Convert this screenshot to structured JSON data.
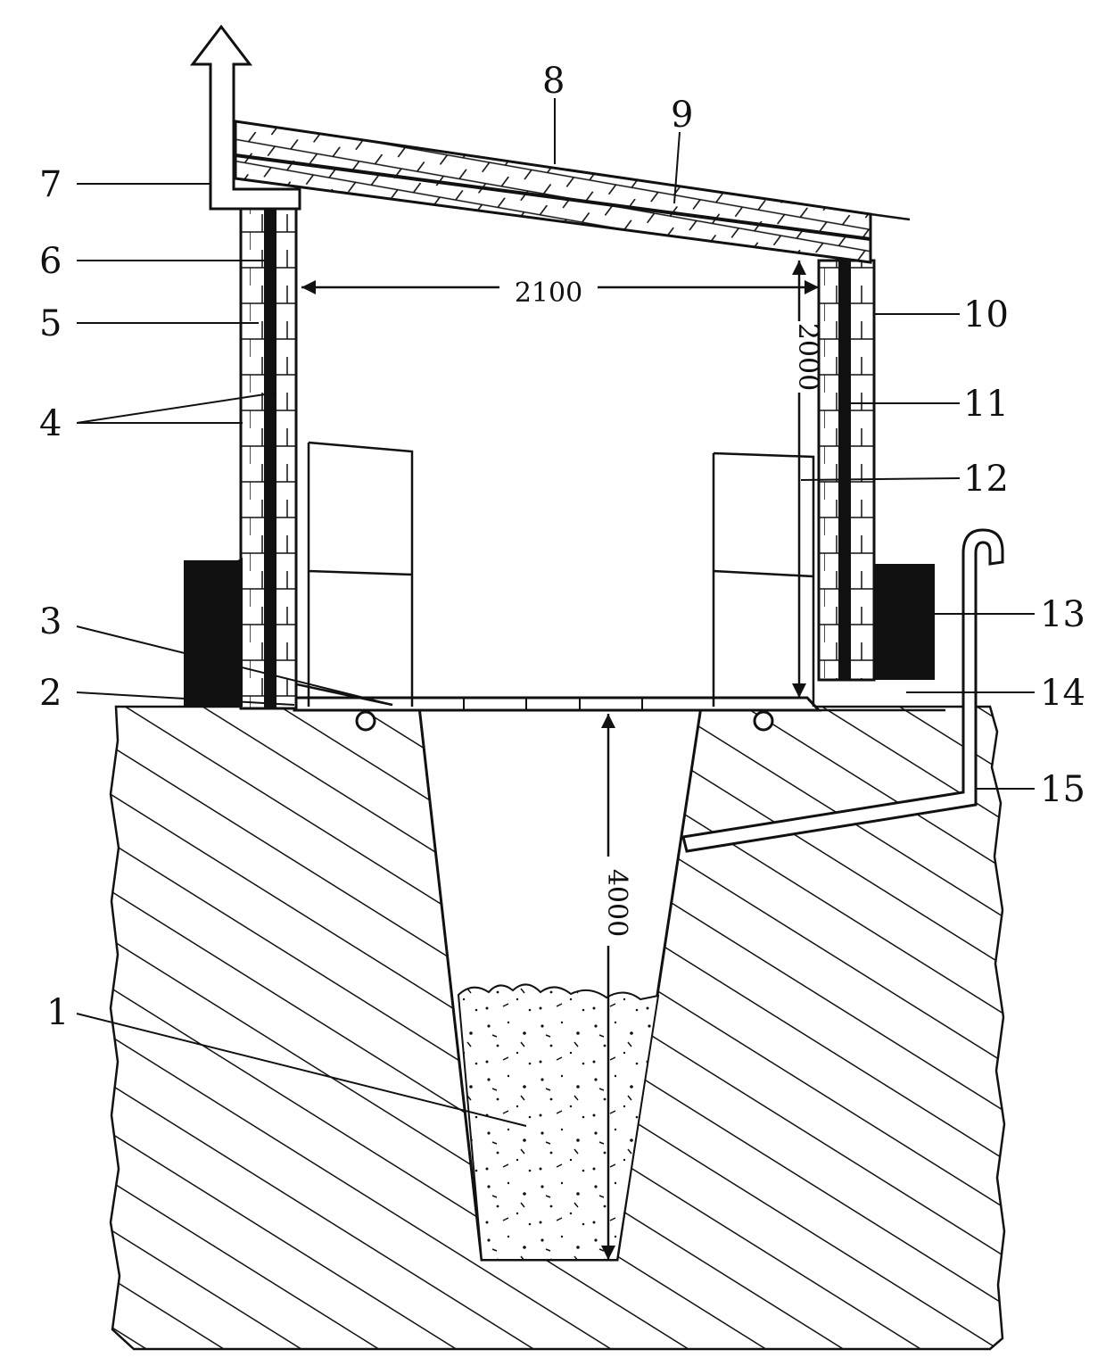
{
  "dimensions": {
    "width": "2100",
    "height": "2000",
    "depth": "4000"
  },
  "callouts": [
    "1",
    "2",
    "3",
    "4",
    "5",
    "6",
    "7",
    "8",
    "9",
    "10",
    "11",
    "12",
    "13",
    "14",
    "15"
  ]
}
